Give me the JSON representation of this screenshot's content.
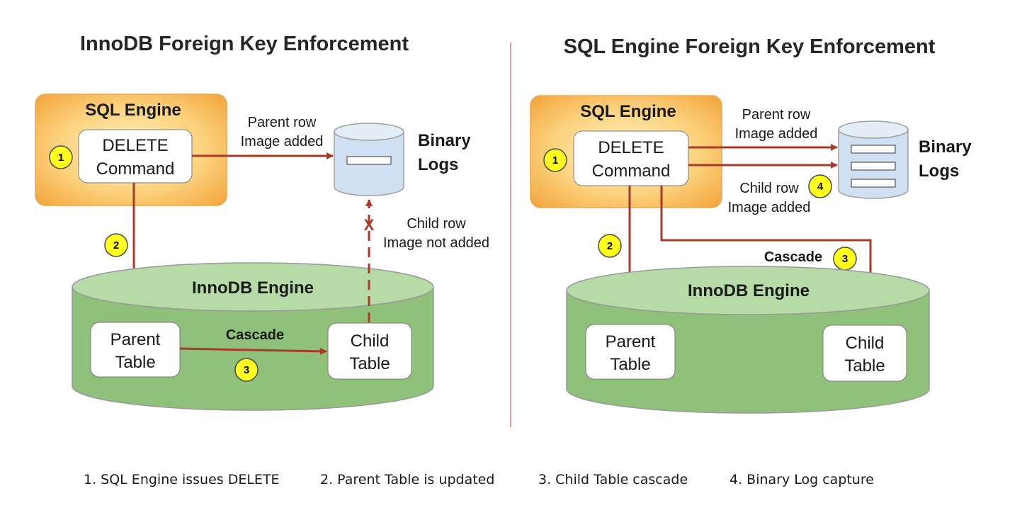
{
  "left": {
    "title": "InnoDB Foreign Key Enforcement",
    "sql_engine": "SQL Engine",
    "command_line1": "DELETE",
    "command_line2": "Command",
    "parent_row_line1": "Parent row",
    "parent_row_line2": "Image added",
    "binary_line1": "Binary",
    "binary_line2": "Logs",
    "child_row_line1": "Child row",
    "child_row_line2": "Image not added",
    "innodb_engine": "InnoDB Engine",
    "parent_table_line1": "Parent",
    "parent_table_line2": "Table",
    "child_table_line1": "Child",
    "child_table_line2": "Table",
    "cascade": "Cascade",
    "x_mark": "X",
    "badges": [
      "1",
      "2",
      "3"
    ]
  },
  "right": {
    "title": "SQL Engine Foreign Key Enforcement",
    "sql_engine": "SQL Engine",
    "command_line1": "DELETE",
    "command_line2": "Command",
    "parent_row_line1": "Parent row",
    "parent_row_line2": "Image added",
    "binary_line1": "Binary",
    "binary_line2": "Logs",
    "child_row_line1": "Child row",
    "child_row_line2": "Image added",
    "innodb_engine": "InnoDB Engine",
    "parent_table_line1": "Parent",
    "parent_table_line2": "Table",
    "child_table_line1": "Child",
    "child_table_line2": "Table",
    "cascade": "Cascade",
    "badges": [
      "1",
      "2",
      "3",
      "4"
    ]
  },
  "legend": [
    "1. SQL Engine issues DELETE",
    "2. Parent Table is updated",
    "3. Child Table cascade",
    "4. Binary Log capture"
  ],
  "colors": {
    "arrow": "#a83a2a",
    "badge": "#ffff1a",
    "cylinder_green": "#8fc17a",
    "cylinder_top": "#b6dba6",
    "log_blue": "#cfe0f3",
    "sql_orange": "#f6b24a",
    "divider": "#d9807a"
  }
}
